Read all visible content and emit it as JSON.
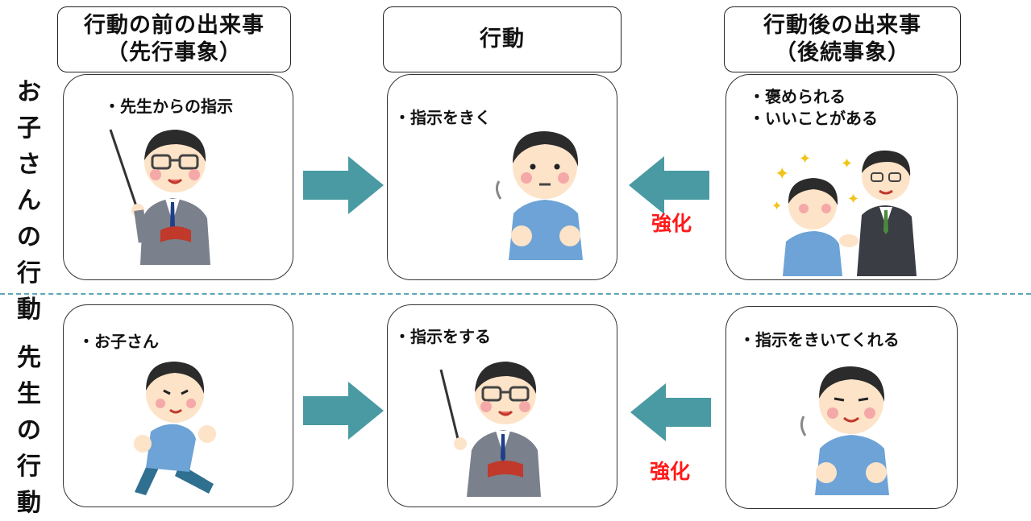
{
  "headers": {
    "antecedent": {
      "line1": "行動の前の出来事",
      "line2": "（先行事象）"
    },
    "behavior": {
      "line1": "行動"
    },
    "consequence": {
      "line1": "行動後の出来事",
      "line2": "（後続事象）"
    }
  },
  "rows": {
    "child": {
      "label": "お子さんの行動",
      "antecedent": "・先生からの指示",
      "behavior": "・指示をきく",
      "consequence": [
        "・褒められる",
        "・いいことがある"
      ],
      "reinforce_label": "強化"
    },
    "teacher": {
      "label": "先生の行動",
      "antecedent": "・お子さん",
      "behavior": "・指示をする",
      "consequence": "・指示をきいてくれる",
      "reinforce_label": "強化"
    }
  },
  "colors": {
    "arrow": "#4a9aa3",
    "reinforce_text": "#ff1a1a",
    "divider": "#5aa7b8",
    "suit": "#7a808c",
    "shirt": "#6da3d6",
    "skin": "#fde3c8",
    "hair": "#2b2b2b"
  },
  "icons": [
    "teacher-with-pointer",
    "child-listening",
    "child-praised-by-teacher",
    "child-running",
    "child-smiling"
  ]
}
